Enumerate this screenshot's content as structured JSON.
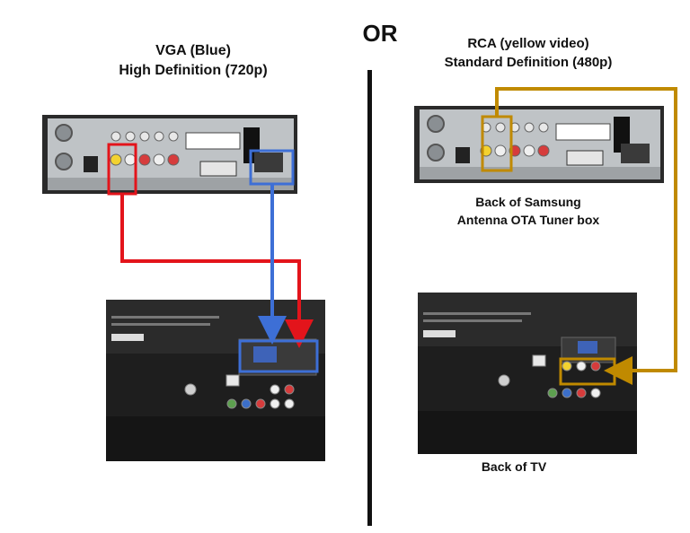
{
  "left_option": {
    "title_line1": "VGA (Blue)",
    "title_line2": "High Definition (720p)"
  },
  "separator_label": "OR",
  "right_option": {
    "title_line1": "RCA (yellow video)",
    "title_line2": "Standard Definition (480p)"
  },
  "tuner_caption": {
    "line1": "Back of Samsung",
    "line2": "Antenna OTA Tuner box"
  },
  "tv_caption": "Back of TV",
  "colors": {
    "vga_cable": "#3d6fd6",
    "audio_cable": "#e3141b",
    "video_cable": "#c08a00",
    "divider": "#111111"
  }
}
